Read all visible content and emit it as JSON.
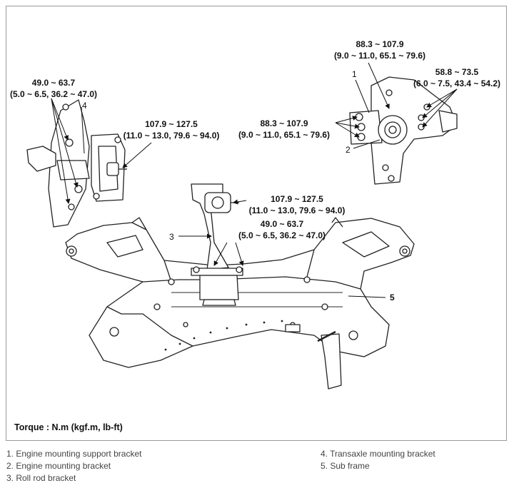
{
  "torque_labels": {
    "top_right_a": "88.3 ~ 107.9",
    "top_right_b": "(9.0 ~ 11.0, 65.1 ~ 79.6)",
    "right_a": "58.8 ~ 73.5",
    "right_b": "(6.0 ~ 7.5, 43.4 ~ 54.2)",
    "mid_a": "88.3 ~ 107.9",
    "mid_b": "(9.0 ~ 11.0, 65.1 ~ 79.6)",
    "left_a": "49.0 ~ 63.7",
    "left_b": "(5.0 ~ 6.5, 36.2 ~ 47.0)",
    "left_mid_a": "107.9 ~ 127.5",
    "left_mid_b": "(11.0 ~ 13.0, 79.6 ~ 94.0)",
    "roll_a": "107.9 ~ 127.5",
    "roll_b": "(11.0 ~ 13.0, 79.6 ~ 94.0)",
    "roll_low_a": "49.0 ~ 63.7",
    "roll_low_b": "(5.0 ~ 6.5, 36.2 ~ 47.0)"
  },
  "callouts": {
    "n1": "1",
    "n2": "2",
    "n3": "3",
    "n4": "4",
    "n5": "5"
  },
  "torque_unit": "Torque : N.m (kgf.m, lb-ft)",
  "legend": {
    "item1": "1. Engine mounting support bracket",
    "item2": "2. Engine mounting bracket",
    "item3": "3. Roll rod bracket",
    "item4": "4. Transaxle mounting bracket",
    "item5": "5. Sub frame"
  }
}
